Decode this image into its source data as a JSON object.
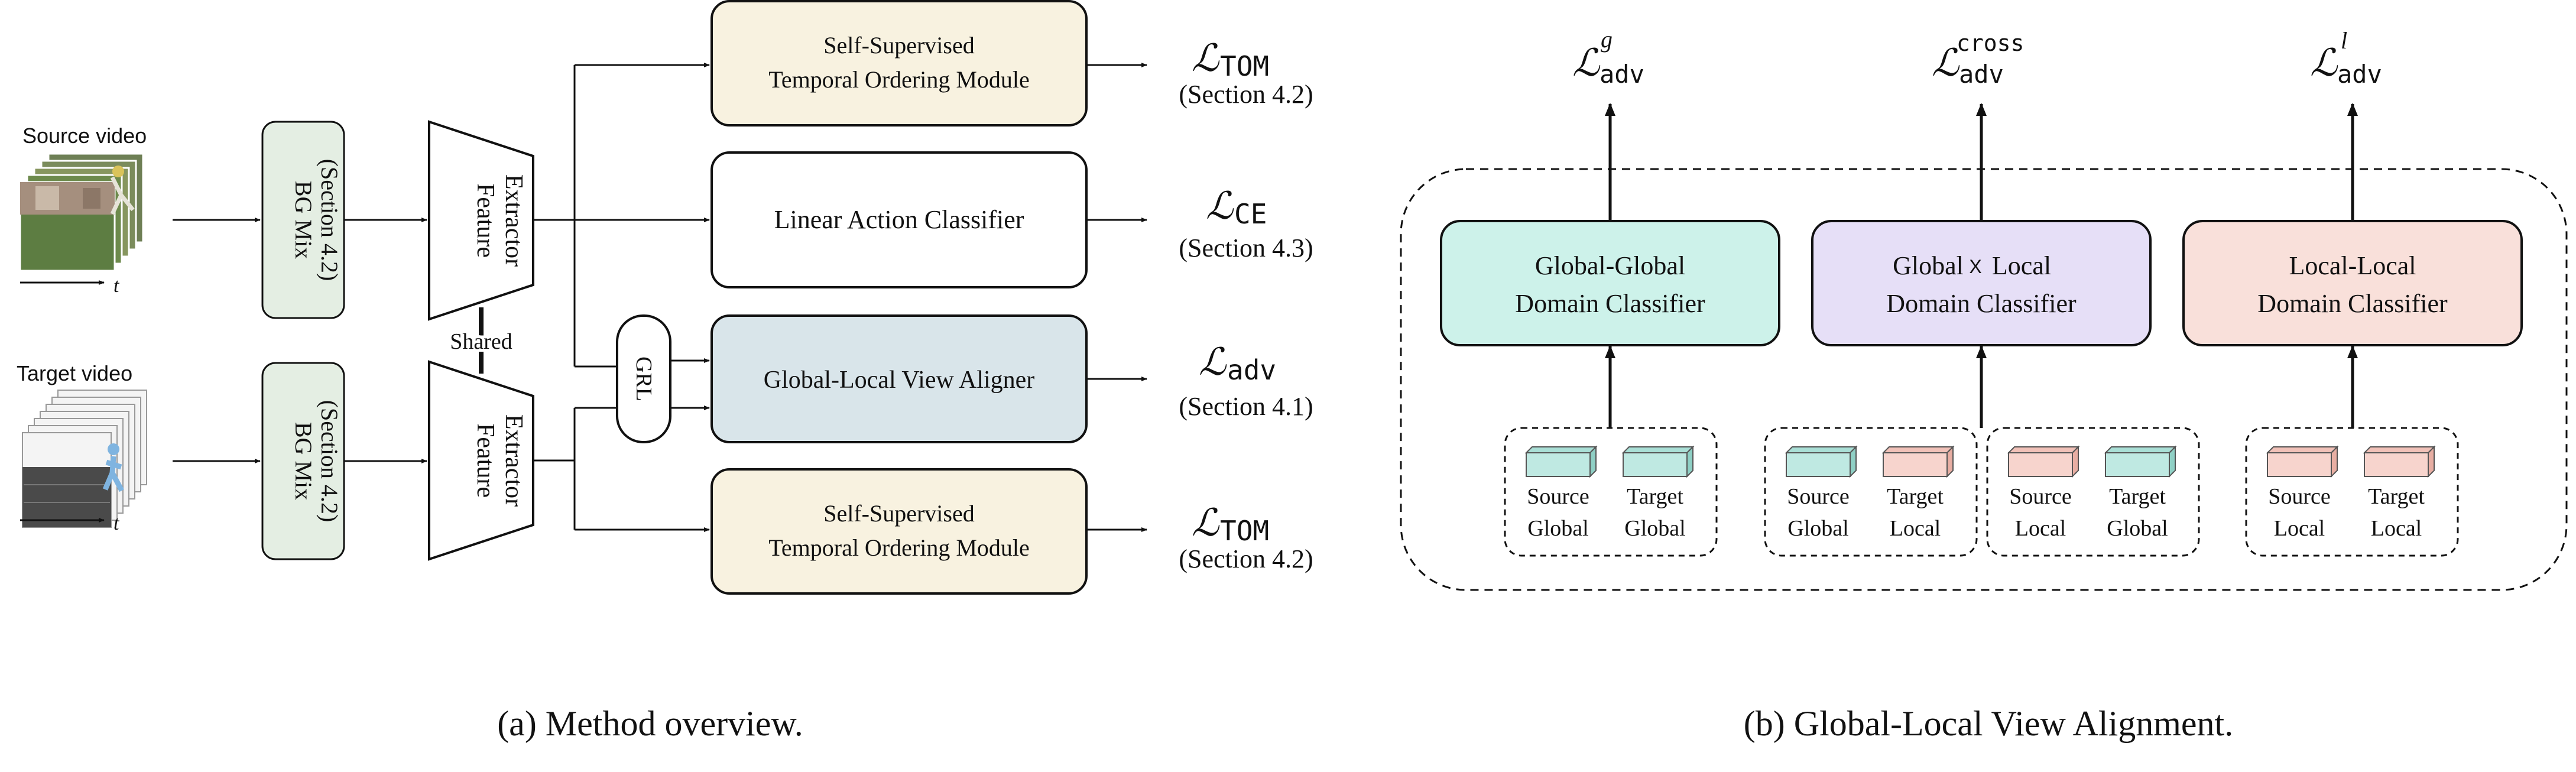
{
  "panel_a": {
    "caption": "(a) Method overview.",
    "source_label": "Source video",
    "target_label": "Target video",
    "time_label": "t",
    "bg_mix_line1": "BG Mix",
    "bg_mix_line2": "(Section 4.2)",
    "feature_line1": "Feature",
    "feature_line2": "Extractor",
    "shared_label": "Shared",
    "grl_label": "GRL",
    "modules": {
      "tom_top_line1": "Self-Supervised",
      "tom_top_line2": "Temporal Ordering Module",
      "classifier": "Linear Action Classifier",
      "aligner": "Global-Local View Aligner",
      "tom_bottom_line1": "Self-Supervised",
      "tom_bottom_line2": "Temporal Ordering Module"
    },
    "losses": {
      "script_L": "ℒ",
      "tom_sub": "TOM",
      "ce_sub": "CE",
      "adv_sub": "adv",
      "tom_top_section": "(Section 4.2)",
      "ce_section": "(Section 4.3)",
      "adv_section": "(Section 4.1)",
      "tom_bottom_section": "(Section 4.2)"
    }
  },
  "panel_b": {
    "caption": "(b) Global-Local View Alignment.",
    "loss_sub": "adv",
    "loss_g_sup": "g",
    "loss_cross_sup": "cross",
    "loss_l_sup": "l",
    "classifiers": {
      "gg_line1": "Global-Global",
      "gg_line2": "Domain Classifier",
      "gl_line1_a": "Global",
      "gl_line1_x": "X",
      "gl_line1_b": "Local",
      "gl_line2": "Domain Classifier",
      "ll_line1": "Local-Local",
      "ll_line2": "Domain Classifier"
    },
    "features": {
      "source": "Source",
      "target": "Target",
      "global": "Global",
      "local": "Local"
    }
  },
  "colors": {
    "tom_fill": "#f8f2e0",
    "classifier_fill": "#ffffff",
    "aligner_fill": "#d9e5ea",
    "bgmix_fill": "#e4eee3",
    "gg_fill": "#cdf2ea",
    "gl_fill": "#e6dff7",
    "ll_fill": "#f9e0da",
    "teal_cube": "#bfe9e2",
    "pink_cube": "#f7d4cd"
  }
}
